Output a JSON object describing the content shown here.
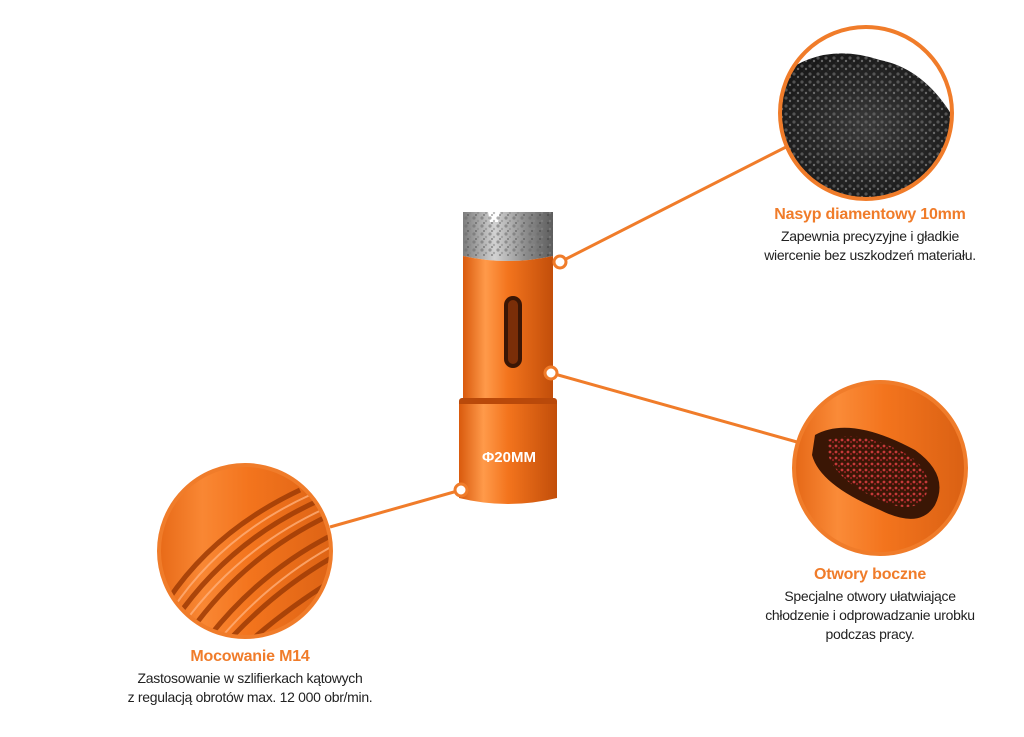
{
  "product": {
    "size_label": "Φ20MM"
  },
  "callouts": {
    "diamond": {
      "title": "Nasyp diamentowy 10mm",
      "desc_lines": [
        "Zapewnia precyzyjne i gładkie",
        "wiercenie bez uszkodzeń materiału."
      ]
    },
    "holes": {
      "title": "Otwory boczne",
      "desc_lines": [
        "Specjalne otwory ułatwiające",
        "chłodzenie i odprowadzanie urobku",
        "podczas pracy."
      ]
    },
    "mount": {
      "title": "Mocowanie M14",
      "desc_lines": [
        "Zastosowanie w szlifierkach kątowych",
        "z regulacją obrotów max. 12 000 obr/min."
      ]
    }
  },
  "colors": {
    "accent": "#f07c2a",
    "bit_orange": "#f3741d",
    "diamond_grey": "#9a9a9a"
  }
}
